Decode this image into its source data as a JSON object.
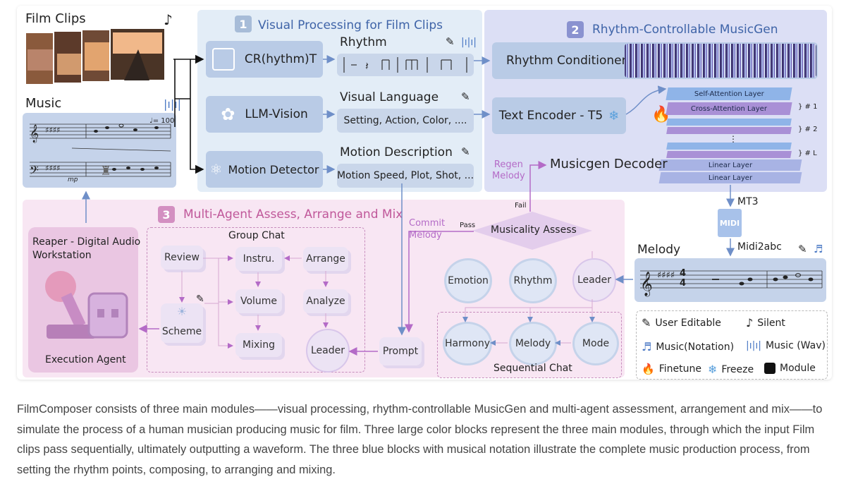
{
  "inputs": {
    "film_clips_label": "Film Clips",
    "music_label": "Music",
    "tempo_text": "♩= 100",
    "dynamic_mark": "mp"
  },
  "module1": {
    "number": "1",
    "title": "Visual Processing for Film Clips",
    "crt_label": "CR(hythm)T",
    "rhythm_label": "Rhythm",
    "llm_vision_label": "LLM-Vision",
    "visual_language_label": "Visual Language",
    "visual_language_value": "Setting, Action, Color, ....",
    "motion_detector_label": "Motion Detector",
    "motion_description_label": "Motion Description",
    "motion_description_value": "Motion Speed, Plot, Shot, ..."
  },
  "module2": {
    "number": "2",
    "title": "Rhythm-Controllable MusicGen",
    "rhythm_conditioner": "Rhythm Conditioner",
    "text_encoder": "Text Encoder - T5",
    "decoder": "Musicgen Decoder",
    "regen_melody": "Regen\nMelody",
    "layers": {
      "self_attention": "Self-Attention Layer",
      "cross_attention": "Cross-Attention  Layer",
      "dots": "⋮",
      "linear1": "Linear Layer",
      "linear2": "Linear Layer"
    },
    "layer_indices": [
      "} # 1",
      "} # 2",
      "} # L"
    ],
    "mt3": "MT3",
    "midi": "MIDI",
    "midi2abc": "Midi2abc",
    "melody_label": "Melody"
  },
  "module3": {
    "number": "3",
    "title": "Multi-Agent Assess, Arrange and Mix",
    "reaper_label": "Reaper - Digital Audio\nWorkstation",
    "execution_agent": "Execution Agent",
    "group_chat_title": "Group Chat",
    "review": "Review",
    "scheme": "Scheme",
    "instru": "Instru.",
    "volume": "Volume",
    "mixing": "Mixing",
    "arrange": "Arrange",
    "analyze": "Analyze",
    "leader": "Leader",
    "prompt": "Prompt",
    "commit_melody": "Commit\nMelody",
    "pass_label": "Pass",
    "fail_label": "Fail",
    "musicality_assess": "Musicality Assess",
    "emotion": "Emotion",
    "rhythm": "Rhythm",
    "leader2": "Leader",
    "harmony": "Harmony",
    "melody": "Melody",
    "mode": "Mode",
    "sequential_chat": "Sequential Chat"
  },
  "legend": {
    "user_editable": "User Editable",
    "silent": "Silent",
    "music_notation": "Music(Notation)",
    "music_wav": "Music (Wav)",
    "finetune": "Finetune",
    "freeze": "Freeze",
    "module": "Module"
  },
  "caption": "FilmComposer consists of three main modules——visual processing, rhythm-controllable MusicGen and multi-agent assessment, arrangement and mix——to simulate the process of a human musician producing music for film. Three large color blocks represent the three main modules, through which the input Film clips pass sequentially, ultimately outputting a waveform. The three blue blocks with musical notation illustrate the complete music production process, from setting the rhythm points, composing, to arranging and mixing.",
  "colors": {
    "module1_bg": "#e3edf7",
    "module2_bg": "#dcdff5",
    "module3_bg": "#f8e6f3",
    "block_blue": "#b9cbe6",
    "arrow_purple": "#b46bc7",
    "title_blue": "#3f64a8",
    "title_purple": "#c0589a"
  }
}
